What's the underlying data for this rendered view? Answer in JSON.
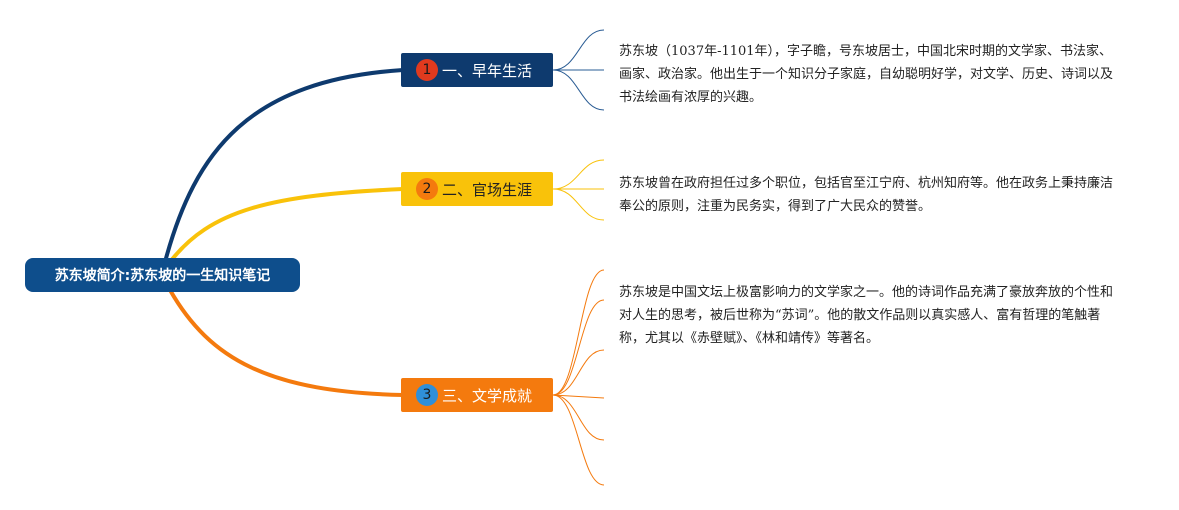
{
  "root": {
    "title": "苏东坡简介:苏东坡的一生知识笔记"
  },
  "branches": [
    {
      "number": "1",
      "label": "一、早年生活",
      "color": "#0e3a6e",
      "note": "苏东坡（1037年-1101年），字子瞻，号东坡居士，中国北宋时期的文学家、书法家、画家、政治家。他出生于一个知识分子家庭，自幼聪明好学，对文学、历史、诗词以及书法绘画有浓厚的兴趣。"
    },
    {
      "number": "2",
      "label": "二、官场生涯",
      "color": "#f9c20a",
      "note": "苏东坡曾在政府担任过多个职位，包括官至江宁府、杭州知府等。他在政务上秉持廉洁奉公的原则，注重为民务实，得到了广大民众的赞誉。"
    },
    {
      "number": "3",
      "label": "三、文学成就",
      "color": "#f47a0e",
      "note": "苏东坡是中国文坛上极富影响力的文学家之一。他的诗词作品充满了豪放奔放的个性和对人生的思考，被后世称为“苏词”。他的散文作品则以真实感人、富有哲理的笔触著称，尤其以《赤壁赋》、《林和靖传》等著名。"
    }
  ],
  "colors": {
    "root": "#0e4e8c"
  }
}
